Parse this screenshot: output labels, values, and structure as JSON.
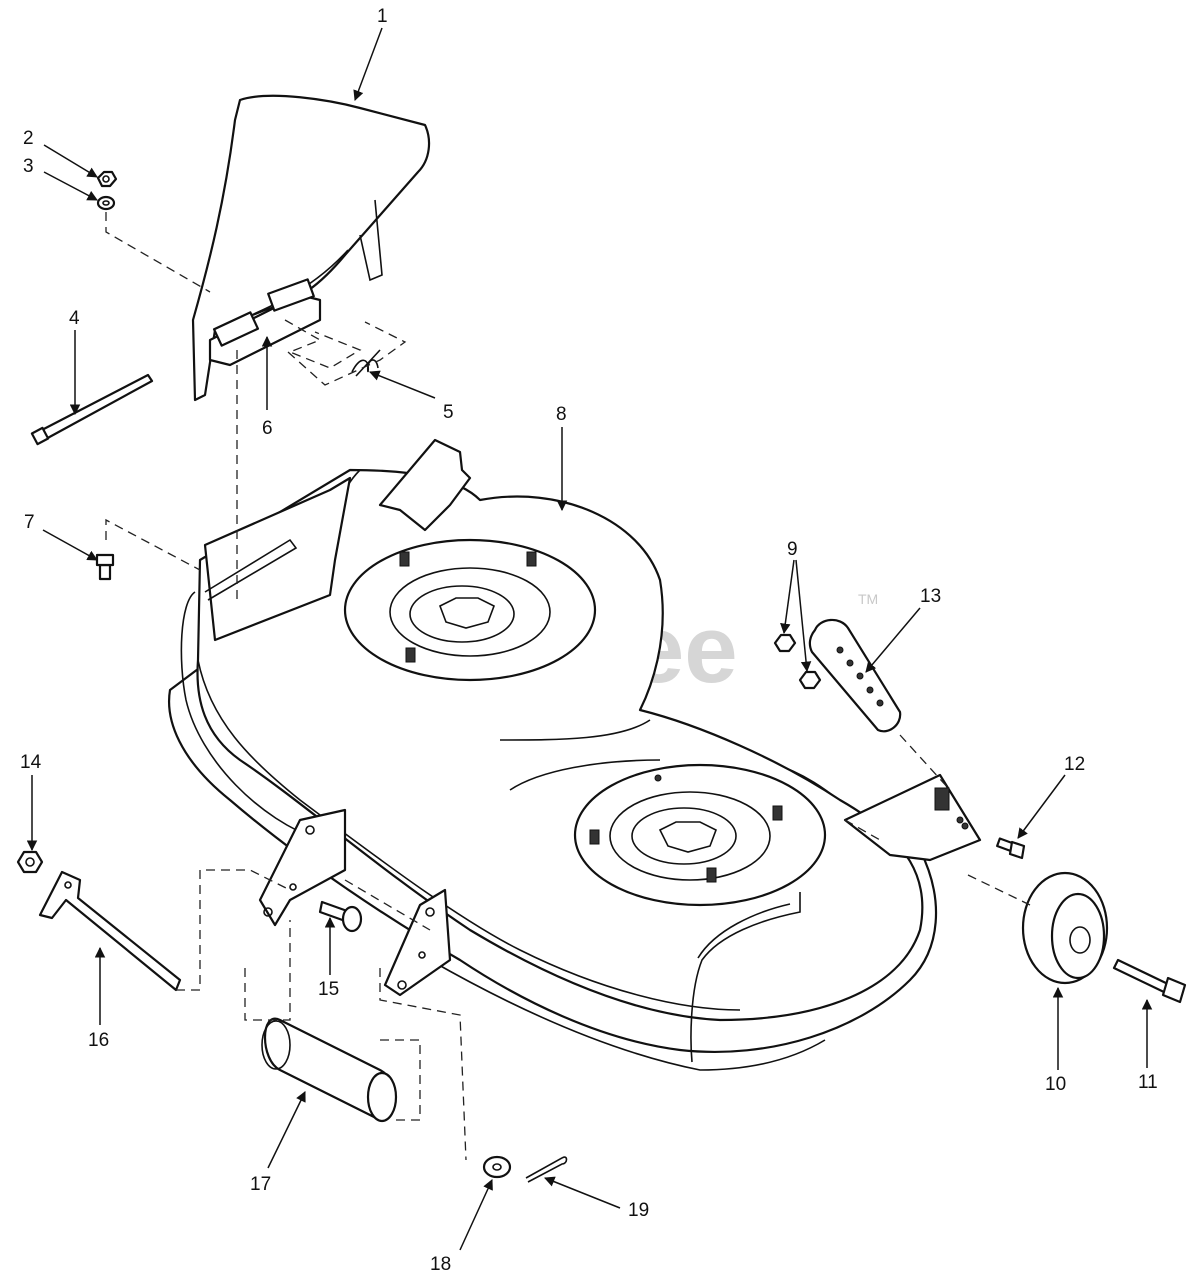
{
  "watermark": {
    "text": "PartsTree",
    "trademark": "TM"
  },
  "callouts": [
    "1",
    "2",
    "3",
    "4",
    "5",
    "6",
    "7",
    "8",
    "9",
    "10",
    "11",
    "12",
    "13",
    "14",
    "15",
    "16",
    "17",
    "18",
    "19"
  ],
  "colors": {
    "line": "#111111",
    "background": "#ffffff",
    "watermark": "#d6d6d6"
  }
}
